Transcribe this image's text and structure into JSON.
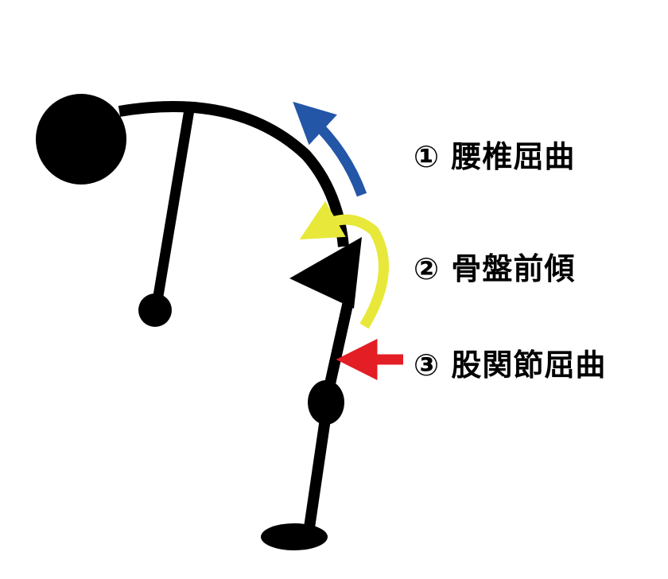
{
  "labels": [
    {
      "number": "①",
      "text": "腰椎屈曲",
      "arrow_color": "#2456a8"
    },
    {
      "number": "②",
      "text": "骨盤前傾",
      "arrow_color": "#e8e83a"
    },
    {
      "number": "③",
      "text": "股関節屈曲",
      "arrow_color": "#e31e24"
    }
  ],
  "figure_color": "#000000"
}
